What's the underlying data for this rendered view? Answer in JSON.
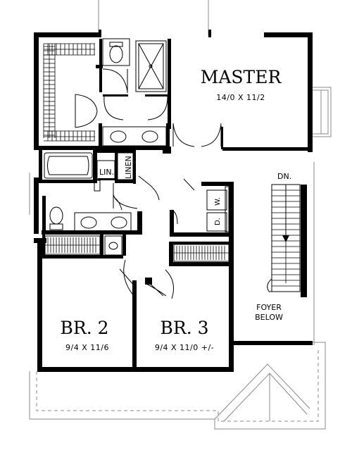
{
  "rooms": {
    "master": {
      "name": "MASTER",
      "dims": "14/0 X 11/2"
    },
    "br2": {
      "name": "BR. 2",
      "dims": "9/4 X 11/6"
    },
    "br3": {
      "name": "BR. 3",
      "dims": "9/4 X 11/0 +/-"
    }
  },
  "labels": {
    "linen": "LINEN",
    "lin": "LIN.",
    "dn": "DN.",
    "washer": "W.",
    "dryer": "D.",
    "foyer_line1": "FOYER",
    "foyer_line2": "BELOW"
  }
}
